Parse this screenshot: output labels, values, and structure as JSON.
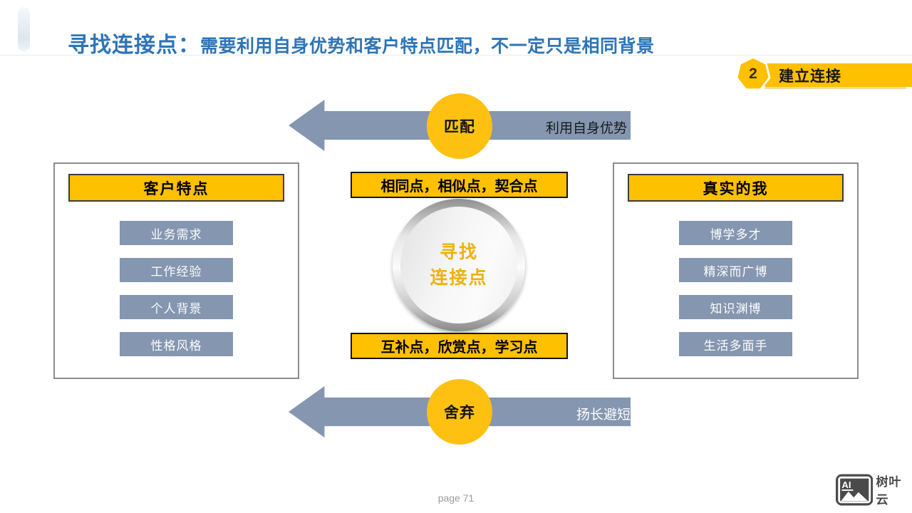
{
  "title": {
    "main": "寻找连接点：",
    "sub": "需要利用自身优势和客户特点匹配，不一定只是相同背景"
  },
  "section_badge": {
    "number": "2",
    "label": "建立连接"
  },
  "top_flow": {
    "circle_label": "匹配",
    "annotation": "利用自身优势"
  },
  "bottom_flow": {
    "circle_label": "舍弃",
    "annotation": "扬长避短"
  },
  "center": {
    "top_bar_label": "相同点，相似点，契合点",
    "bottom_bar_label": "互补点，欣赏点，学习点",
    "circle_title_line1": "寻找",
    "circle_title_line2": "连接点"
  },
  "left_panel": {
    "header": "客户特点",
    "items": [
      "业务需求",
      "工作经验",
      "个人背景",
      "性格风格"
    ]
  },
  "right_panel": {
    "header": "真实的我",
    "items": [
      "博学多才",
      "精深而广博",
      "知识渊博",
      "生活多面手"
    ]
  },
  "footer": {
    "page_label": "page 71",
    "logo_text": "AI",
    "brand": "树叶云"
  },
  "colors": {
    "accent_yellow": "#FFC000",
    "steel_blue_gray": "#8496B0",
    "title_blue": "#2E75B6"
  }
}
